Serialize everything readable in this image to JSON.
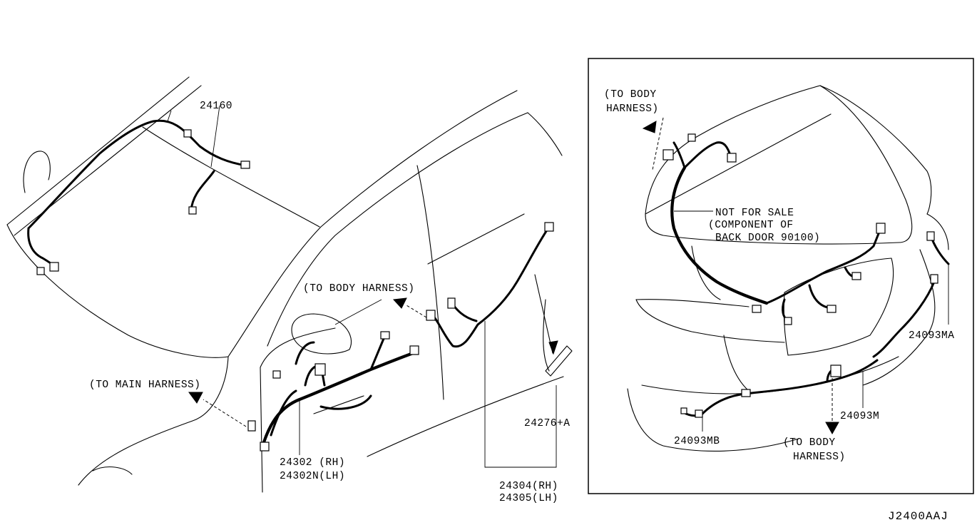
{
  "labels": {
    "part_24160": "24160",
    "to_body_harness_main": "(TO BODY HARNESS)",
    "to_main_harness": "(TO MAIN HARNESS)",
    "part_24302_rh": "24302  (RH)",
    "part_24302n_lh": "24302N(LH)",
    "part_24304_rh": "24304(RH)",
    "part_24305_lh": "24305(LH)",
    "part_24276a": "24276+A",
    "inset_to_body_harness_top_1": "(TO BODY",
    "inset_to_body_harness_top_2": "HARNESS)",
    "not_for_sale_1": "NOT FOR SALE",
    "not_for_sale_2": "(COMPONENT OF",
    "not_for_sale_3": "BACK DOOR 90100)",
    "part_24093ma": "24093MA",
    "part_24093m": "24093M",
    "part_24093mb": "24093MB",
    "inset_to_body_harness_bottom_1": "(TO BODY",
    "inset_to_body_harness_bottom_2": "HARNESS)",
    "diagram_id": "J2400AAJ"
  }
}
